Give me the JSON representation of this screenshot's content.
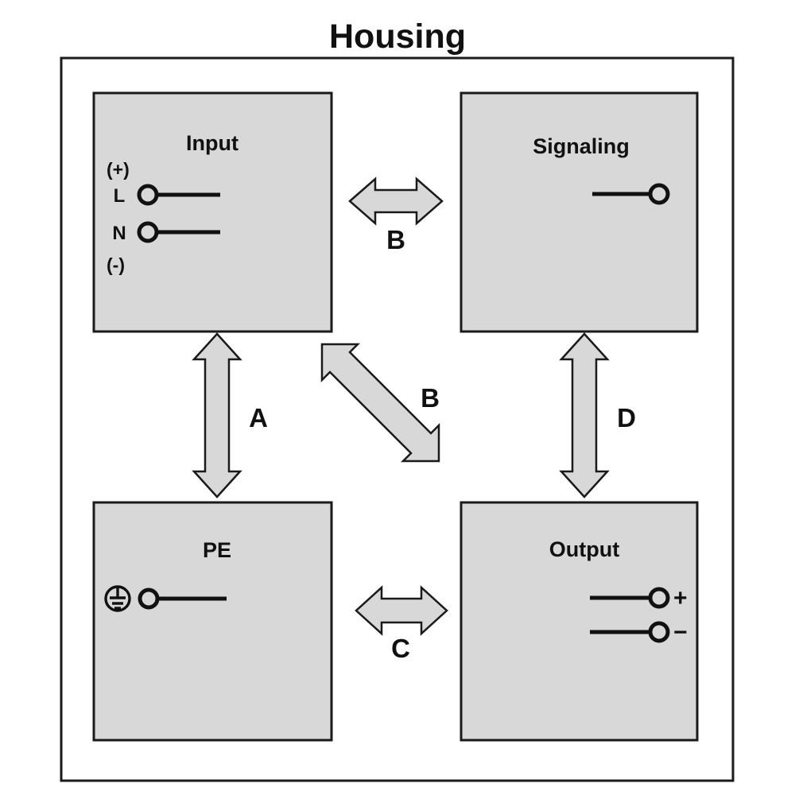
{
  "diagram": {
    "title": "Housing",
    "colors": {
      "block_fill": "#d8d8d8",
      "arrow_fill": "#d8d8d8",
      "stroke": "#1a1a1a",
      "background": "#ffffff"
    },
    "blocks": [
      {
        "id": "input",
        "title": "Input",
        "terminals": [
          {
            "label": "L",
            "side": "left"
          },
          {
            "label": "N",
            "side": "left"
          }
        ],
        "polarity_top": "(+)",
        "polarity_bottom": "(-)"
      },
      {
        "id": "signaling",
        "title": "Signaling",
        "terminals": [
          {
            "label": "",
            "side": "right"
          }
        ]
      },
      {
        "id": "pe",
        "title": "PE",
        "symbol": "protective-earth",
        "terminals": [
          {
            "label": "",
            "side": "left"
          }
        ]
      },
      {
        "id": "output",
        "title": "Output",
        "terminals": [
          {
            "label": "+",
            "side": "right"
          },
          {
            "label": "−",
            "side": "right"
          }
        ]
      }
    ],
    "arrows": [
      {
        "id": "a",
        "label": "A",
        "from": "input",
        "to": "pe",
        "orientation": "vertical"
      },
      {
        "id": "b-top",
        "label": "B",
        "from": "input",
        "to": "signaling",
        "orientation": "horizontal"
      },
      {
        "id": "b-diagonal",
        "label": "B",
        "from": "input",
        "to": "output",
        "orientation": "diagonal"
      },
      {
        "id": "c",
        "label": "C",
        "from": "pe",
        "to": "output",
        "orientation": "horizontal"
      },
      {
        "id": "d",
        "label": "D",
        "from": "signaling",
        "to": "output",
        "orientation": "vertical"
      }
    ]
  }
}
